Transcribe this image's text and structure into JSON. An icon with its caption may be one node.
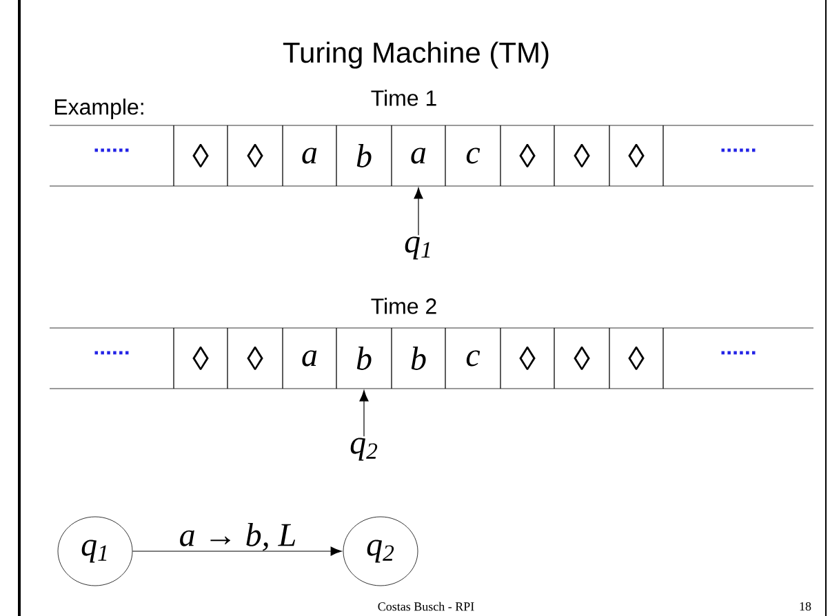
{
  "diagram": {
    "title": "Turing Machine (TM)",
    "nodes": [
      {
        "text": [
          "......"
        ]
      },
      {
        "text": [
          "◊"
        ]
      },
      {
        "text": [
          "◊"
        ]
      },
      {
        "text": [
          "a"
        ]
      },
      {
        "text": [
          "b"
        ]
      },
      {
        "text": [
          "a"
        ]
      },
      {
        "text": [
          "c"
        ]
      },
      {
        "text": [
          "◊"
        ]
      },
      {
        "text": [
          "◊"
        ]
      },
      {
        "text": [
          "◊"
        ]
      },
      {
        "text": [
          "......"
        ]
      },
      {
        "text": [
          "q$_{1}$"
        ]
      },
      {
        "text": [
          "......"
        ]
      },
      {
        "text": [
          "◊"
        ]
      },
      {
        "text": [
          "◊"
        ]
      },
      {
        "text": [
          "a"
        ]
      },
      {
        "text": [
          "b"
        ]
      },
      {
        "text": [
          "b"
        ]
      },
      {
        "text": [
          "c"
        ]
      },
      {
        "text": [
          "◊"
        ]
      },
      {
        "text": [
          "◊"
        ]
      },
      {
        "text": [
          "◊"
        ]
      },
      {
        "text": [
          "......"
        ]
      },
      {
        "text": [
          "q$_{2}$"
        ]
      },
      {
        "text": [
          "q$_{1}$"
        ]
      },
      {
        "text": [
          "q$_{2}$"
        ]
      }
    ],
    "edges": [
      {
        "from": 11,
        "to": 5,
        "arrow": "to"
      },
      {
        "from": 23,
        "to": 16,
        "arrow": "to"
      },
      {
        "from": 24,
        "to": 25,
        "arrow": "to",
        "label": "a → b, L"
      }
    ],
    "labels": [
      "Example:",
      "Time 1",
      "Time 2",
      "Costas Busch - RPI",
      "18"
    ]
  }
}
